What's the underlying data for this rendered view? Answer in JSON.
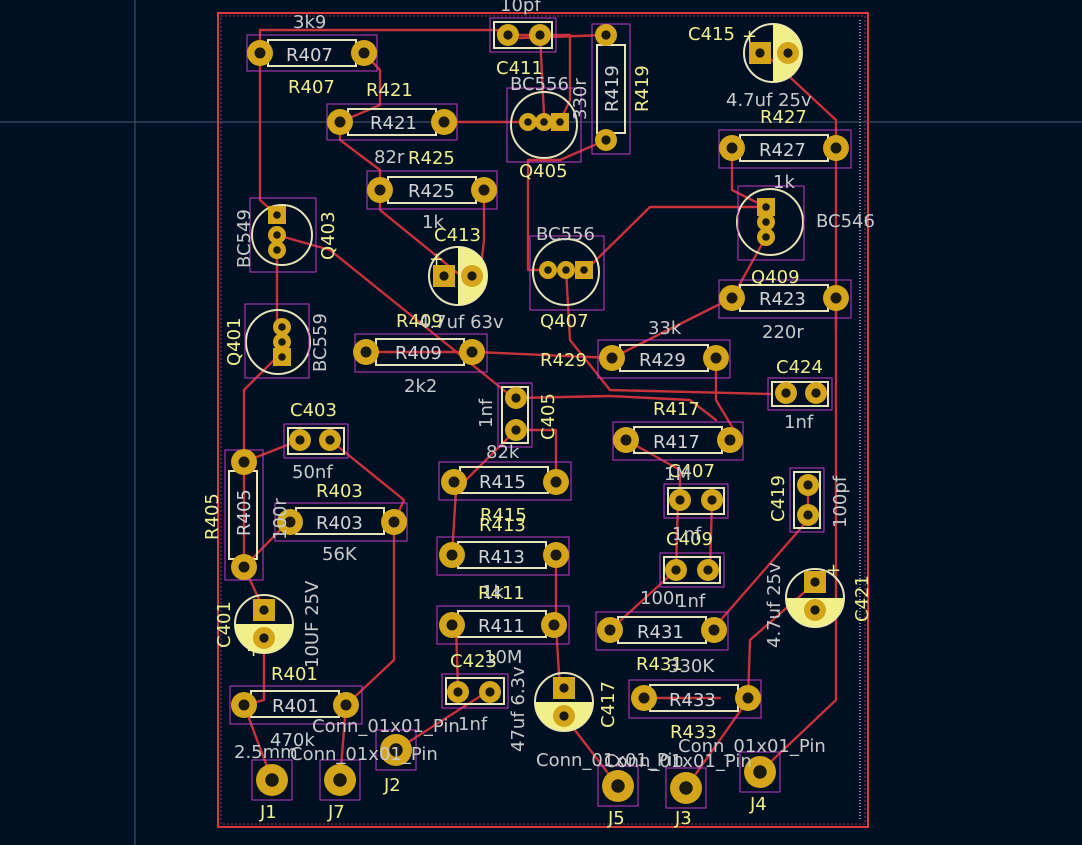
{
  "colors": {
    "background": "#001023",
    "board_edge": "#d93a3a",
    "trace": "#c8323a",
    "pad": "#d4a51a",
    "silkscreen": "#f2ef8a",
    "courtyard": "#c43cc4",
    "fab_text": "#c9c9c9"
  },
  "components": {
    "R407": {
      "ref": "R407",
      "ref2": "R407",
      "val": "3k9"
    },
    "R421": {
      "ref": "R421",
      "ref2": "R421",
      "val": "82r"
    },
    "R425": {
      "ref": "R425",
      "ref2": "R425",
      "val": "1k"
    },
    "R419": {
      "ref": "R419",
      "ref2": "R419",
      "val": "330r"
    },
    "R427": {
      "ref": "R427",
      "ref2": "R427",
      "val": "1k"
    },
    "R423": {
      "ref": "R423",
      "ref2": "R423",
      "val": "220r"
    },
    "R409": {
      "ref": "R409",
      "ref2": "R409",
      "val": "2k2"
    },
    "R429": {
      "ref": "R429",
      "ref2": "R429",
      "val": "33k"
    },
    "R417": {
      "ref": "R417",
      "ref2": "R417",
      "val": "1M"
    },
    "R415": {
      "ref": "R415",
      "ref2": "R415",
      "val": "82k"
    },
    "R413": {
      "ref": "R413",
      "ref2": "R413",
      "val": "1k"
    },
    "R411": {
      "ref": "R411",
      "ref2": "R411",
      "val": "10M"
    },
    "R405": {
      "ref": "R405",
      "ref2": "R405",
      "val": "100r"
    },
    "R403": {
      "ref": "R403",
      "ref2": "R403",
      "val": "56K"
    },
    "R401": {
      "ref": "R401",
      "ref2": "R401",
      "val": "470k"
    },
    "R431": {
      "ref": "R431",
      "ref2": "R431",
      "val": "100r"
    },
    "R433": {
      "ref": "R433",
      "ref2": "R433",
      "val": "330K"
    },
    "C411": {
      "ref": "C411",
      "val": "10pf"
    },
    "C415": {
      "ref": "C415",
      "val": "4.7uf 25v"
    },
    "C413": {
      "ref": "C413",
      "val": "4.7uf 63v"
    },
    "C424": {
      "ref": "C424",
      "val": "1nf"
    },
    "C405": {
      "ref": "C405",
      "val": "1nf"
    },
    "C403": {
      "ref": "C403",
      "val": "50nf"
    },
    "C407": {
      "ref": "C407",
      "val": "1nf"
    },
    "C409": {
      "ref": "C409",
      "val": "1nf"
    },
    "C419": {
      "ref": "C419",
      "val": "100pf"
    },
    "C421": {
      "ref": "C421",
      "val": "4.7uf 25v"
    },
    "C401": {
      "ref": "C401",
      "val": "10UF 25V"
    },
    "C423": {
      "ref": "C423",
      "val": "1nf"
    },
    "C417": {
      "ref": "C417",
      "val": "47uf 6.3v"
    },
    "Q405": {
      "ref": "Q405",
      "val": "BC556"
    },
    "Q407": {
      "ref": "Q407",
      "val": "BC556"
    },
    "Q409": {
      "ref": "Q409",
      "val": "BC546"
    },
    "Q403": {
      "ref": "Q403",
      "val": "BC549"
    },
    "Q401": {
      "ref": "Q401",
      "val": "BC559"
    },
    "J1": {
      "ref": "J1",
      "val": "2.5mm"
    },
    "J7": {
      "ref": "J7",
      "val": "Conn_01x01_Pin"
    },
    "J2": {
      "ref": "J2",
      "val": "Conn_01x01_Pin"
    },
    "J5": {
      "ref": "J5",
      "val": "Conn_01x01_Pin"
    },
    "J3": {
      "ref": "J3",
      "val": "Conn_01x01_Pin"
    },
    "J4": {
      "ref": "J4",
      "val": "Conn_01x01_Pin"
    }
  }
}
